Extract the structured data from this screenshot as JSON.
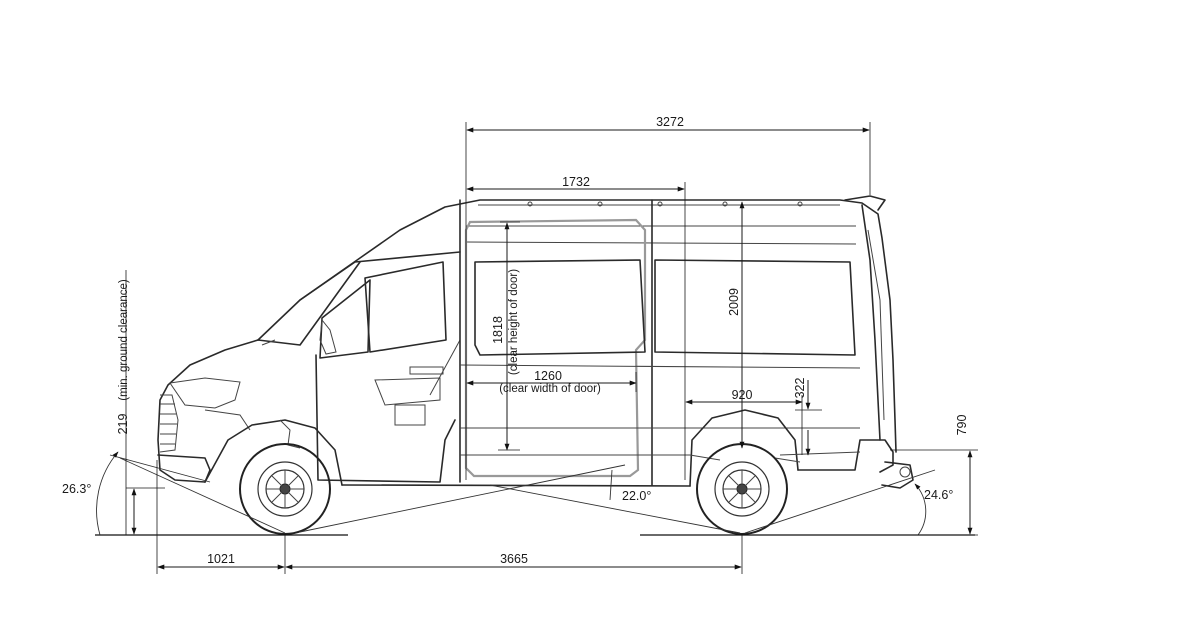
{
  "dimensions": {
    "load_compartment_length": "3272",
    "sliding_door_position": "1732",
    "interior_height": "2009",
    "door_clear_height": "1818",
    "door_clear_height_note": "(clear height of door)",
    "door_clear_width": "1260",
    "door_clear_width_note": "(clear width of door)",
    "wheel_arch_width": "920",
    "wheel_arch_height": "322",
    "loading_sill_height": "790",
    "ground_clearance": "219",
    "ground_clearance_note": "(min. ground clearance)",
    "approach_angle": "26.3°",
    "ramp_angle": "22.0°",
    "departure_angle": "24.6°",
    "front_overhang": "1021",
    "wheelbase": "3665"
  },
  "colors": {
    "line": "#2a2a2a",
    "door_outline": "#999999",
    "background": "#ffffff"
  }
}
